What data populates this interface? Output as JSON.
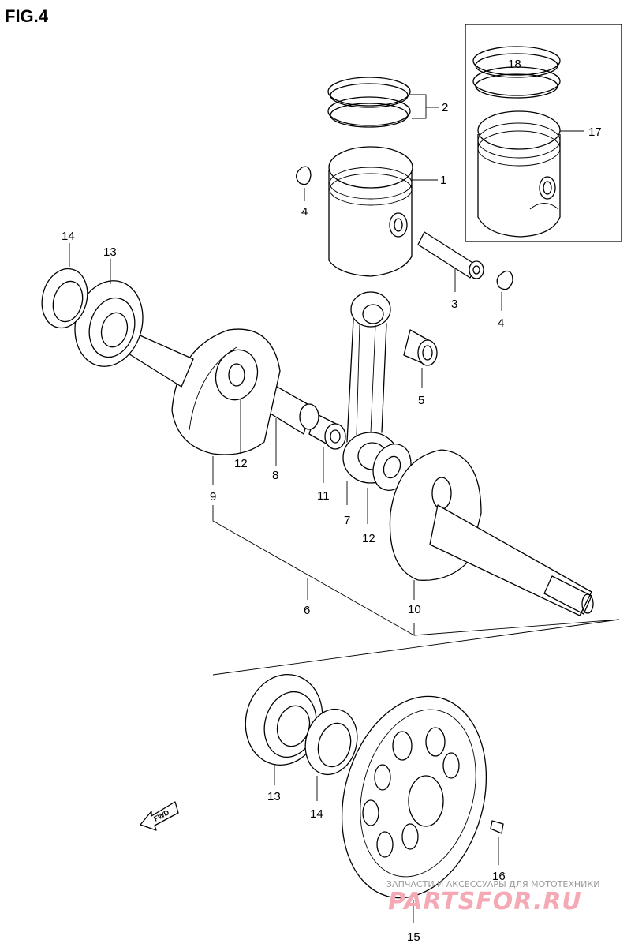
{
  "title": "FIG.4",
  "labels": {
    "l1": "1",
    "l2": "2",
    "l3": "3",
    "l4a": "4",
    "l4b": "4",
    "l5": "5",
    "l6": "6",
    "l7": "7",
    "l8": "8",
    "l9": "9",
    "l10": "10",
    "l11": "11",
    "l12a": "12",
    "l12b": "12",
    "l13a": "13",
    "l13b": "13",
    "l14a": "14",
    "l14b": "14",
    "l15": "15",
    "l16": "16",
    "l17": "17",
    "l18": "18"
  },
  "fwd": "FWD",
  "watermark": {
    "caption": "ЗАПЧАСТИ И АКСЕССУАРЫ ДЛЯ МОТОТЕХНИКИ",
    "brand": "PARTSFOR.RU"
  }
}
